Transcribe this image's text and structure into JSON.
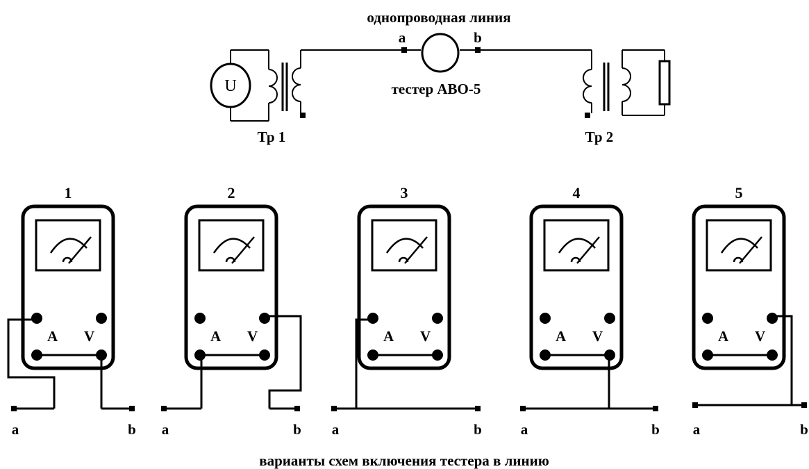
{
  "top_circuit": {
    "line_label": "однопроводная линия",
    "point_a": "a",
    "point_b": "b",
    "tester_label": "тестер АВО-5",
    "source_symbol": "U",
    "transformer_1": "Тр 1",
    "transformer_2": "Тр 2"
  },
  "variants": [
    {
      "number": "1",
      "terminal_a": "A",
      "terminal_v": "V",
      "line_a": "a",
      "line_b": "b"
    },
    {
      "number": "2",
      "terminal_a": "A",
      "terminal_v": "V",
      "line_a": "a",
      "line_b": "b"
    },
    {
      "number": "3",
      "terminal_a": "A",
      "terminal_v": "V",
      "line_a": "a",
      "line_b": "b"
    },
    {
      "number": "4",
      "terminal_a": "A",
      "terminal_v": "V",
      "line_a": "a",
      "line_b": "b"
    },
    {
      "number": "5",
      "terminal_a": "A",
      "terminal_v": "V",
      "line_a": "a",
      "line_b": "b"
    }
  ],
  "caption": "варианты схем включения тестера в линию"
}
